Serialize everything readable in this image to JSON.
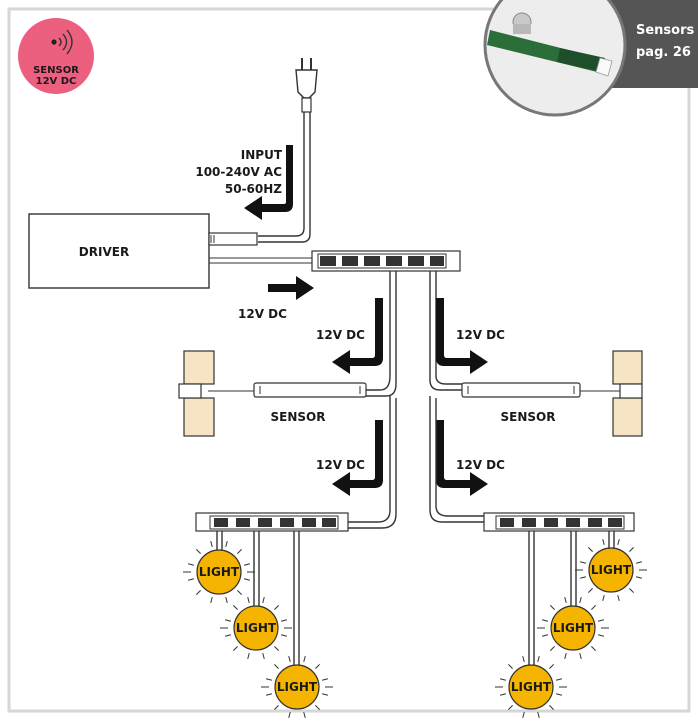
{
  "badge": {
    "line1": "SENSOR",
    "line2": "12V DC",
    "color": "#ec5f7e"
  },
  "corner": {
    "line1": "Sensors",
    "line2": "pag. 26",
    "bg": "#555555"
  },
  "input": {
    "line1": "INPUT",
    "line2": "100-240V AC",
    "line3": "50-60HZ"
  },
  "driver_label": "DRIVER",
  "voltage_label": "12V DC",
  "sensor_label": "SENSOR",
  "light_label": "LIGHT",
  "colors": {
    "light_fill": "#f4b400",
    "frame": "#d6d6d6",
    "door": "#f7e4c4"
  }
}
